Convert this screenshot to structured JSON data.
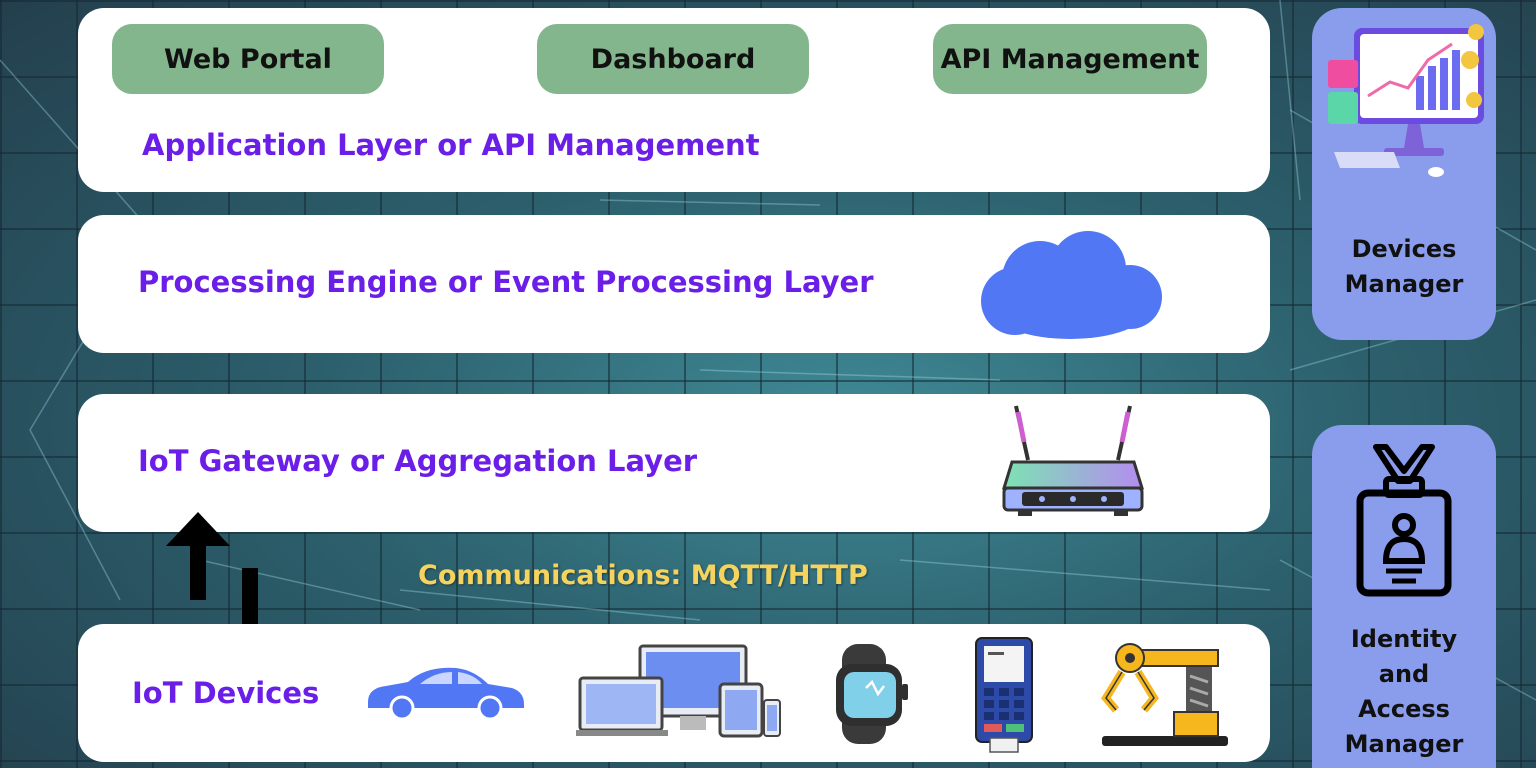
{
  "application_layer": {
    "title": "Application Layer or API Management",
    "buttons": [
      "Web Portal",
      "Dashboard",
      "API Management"
    ]
  },
  "processing_layer": {
    "title": "Processing Engine or Event Processing Layer",
    "icon": "cloud-icon"
  },
  "gateway_layer": {
    "title": "IoT Gateway or Aggregation Layer",
    "icon": "router-icon"
  },
  "communications": {
    "label": "Communications: MQTT/HTTP",
    "icon": "bidirectional-arrows-icon"
  },
  "devices_layer": {
    "title": "IoT Devices",
    "device_icons": [
      "car-icon",
      "computer-devices-icon",
      "smartwatch-icon",
      "card-terminal-icon",
      "robot-arm-icon"
    ]
  },
  "side_panels": {
    "devices_manager": {
      "lines": [
        "Devices",
        "Manager"
      ],
      "icon": "analytics-monitor-icon"
    },
    "identity_access_manager": {
      "lines": [
        "Identity",
        "and",
        "Access",
        "Manager"
      ],
      "icon": "id-badge-icon"
    }
  },
  "colors": {
    "layer_title": "#6a1ee8",
    "button_fill": "#84b68d",
    "side_panel_fill": "#8a9cec",
    "communications_text": "#f4d35e",
    "cloud_fill": "#5277f5"
  }
}
